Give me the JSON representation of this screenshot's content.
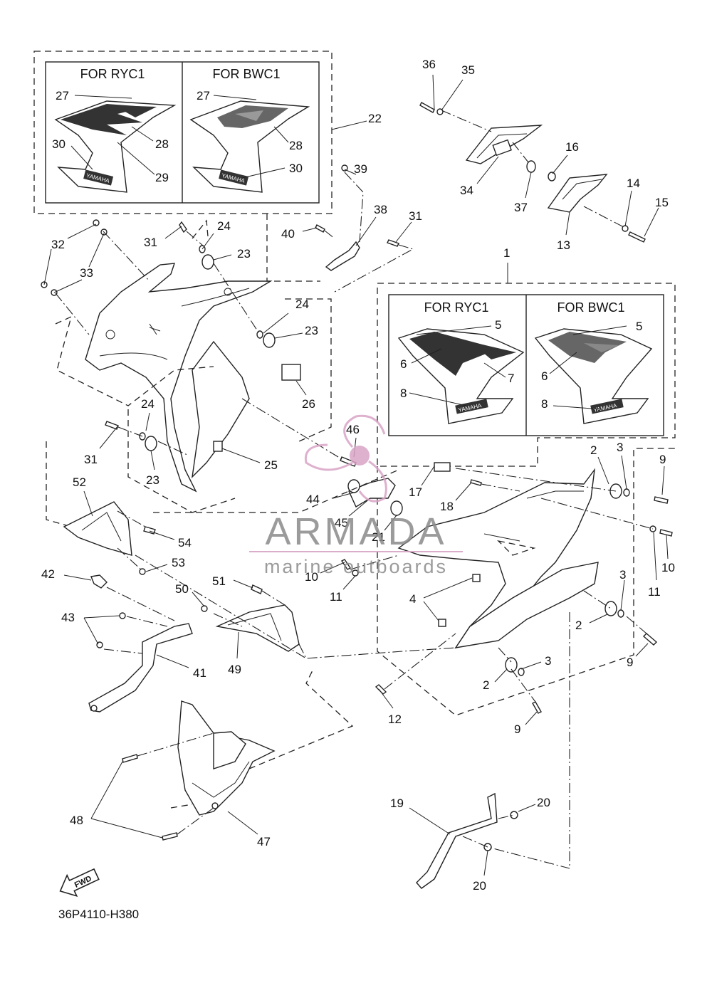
{
  "diagram_code": "36P4110-H380",
  "fwd_label": "FWD",
  "watermark": {
    "name": "ARMADA",
    "tagline": "marine outboards",
    "color": "#d9a4c6",
    "text_color": "#8a8a8a"
  },
  "variant_boxes": {
    "upper": {
      "left": "FOR RYC1",
      "right": "FOR BWC1"
    },
    "lower": {
      "left": "FOR RYC1",
      "right": "FOR BWC1"
    }
  },
  "decal_text": "YAMAHA",
  "callouts": [
    "1",
    "2",
    "3",
    "4",
    "5",
    "6",
    "7",
    "8",
    "9",
    "10",
    "11",
    "12",
    "13",
    "14",
    "15",
    "16",
    "17",
    "18",
    "19",
    "20",
    "21",
    "22",
    "23",
    "24",
    "25",
    "26",
    "27",
    "28",
    "29",
    "30",
    "31",
    "32",
    "33",
    "34",
    "35",
    "36",
    "37",
    "38",
    "39",
    "40",
    "41",
    "42",
    "43",
    "44",
    "45",
    "46",
    "47",
    "48",
    "49",
    "50",
    "51",
    "52",
    "53",
    "54"
  ]
}
